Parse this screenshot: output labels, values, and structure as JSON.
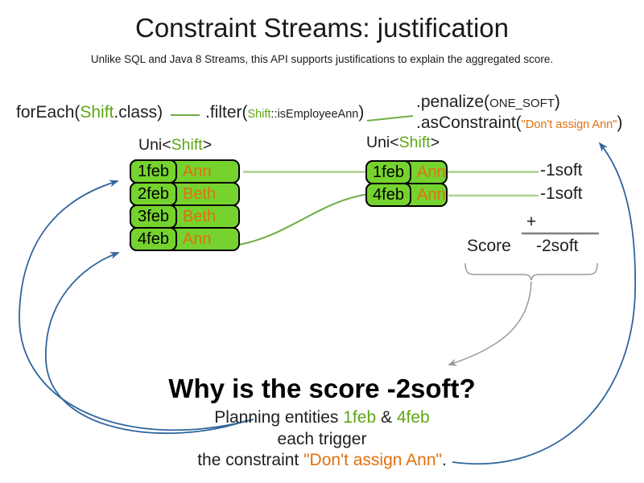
{
  "title": "Constraint Streams: justification",
  "subtitle": "Unlike SQL and Java 8 Streams, this API supports justifications to explain the aggregated score.",
  "code": {
    "foreach_pre": "forEach(",
    "foreach_class": "Shift",
    "foreach_post": ".class)",
    "filter_pre": ".filter(",
    "filter_arg_class": "Shift",
    "filter_arg_rest": "::isEmployeeAnn",
    "filter_post": ")",
    "penalize_pre": ".penalize(",
    "penalize_arg": "ONE_SOFT",
    "penalize_post": ")",
    "asconstraint_pre": ".asConstraint(",
    "asconstraint_arg": "\"Don't assign Ann\"",
    "asconstraint_post": ")"
  },
  "uni_left": {
    "pre": "Uni<",
    "type": "Shift",
    "post": ">"
  },
  "uni_right": {
    "pre": "Uni<",
    "type": "Shift",
    "post": ">"
  },
  "left_table": {
    "rows": [
      {
        "date": "1feb",
        "name": "Ann"
      },
      {
        "date": "2feb",
        "name": "Beth"
      },
      {
        "date": "3feb",
        "name": "Beth"
      },
      {
        "date": "4feb",
        "name": "Ann"
      }
    ]
  },
  "right_table": {
    "rows": [
      {
        "date": "1feb",
        "name": "Ann"
      },
      {
        "date": "4feb",
        "name": "Ann"
      }
    ]
  },
  "scores": {
    "row1": "-1soft",
    "row2": "-1soft",
    "plus": "+",
    "score_label": "Score",
    "total": "-2soft"
  },
  "bottom": {
    "heading": "Why is the score -2soft?",
    "line1_pre": "Planning entities ",
    "line1_feb1": "1feb",
    "line1_amp": " & ",
    "line1_feb4": "4feb",
    "line2": "each trigger",
    "line3_pre": "the constraint ",
    "line3_constraint": "\"Don't assign Ann\"",
    "line3_post": "."
  },
  "colors": {
    "green_text": "#5ea615",
    "green_box_fill": "#76d32f",
    "green_line_pale": "#a9d18e",
    "green_line_mid": "#70ad47",
    "orange_text": "#e0700e",
    "blue_arrow": "#31659c",
    "gray_arrow": "#999999",
    "sum_line_gray": "#7f7f7f"
  }
}
